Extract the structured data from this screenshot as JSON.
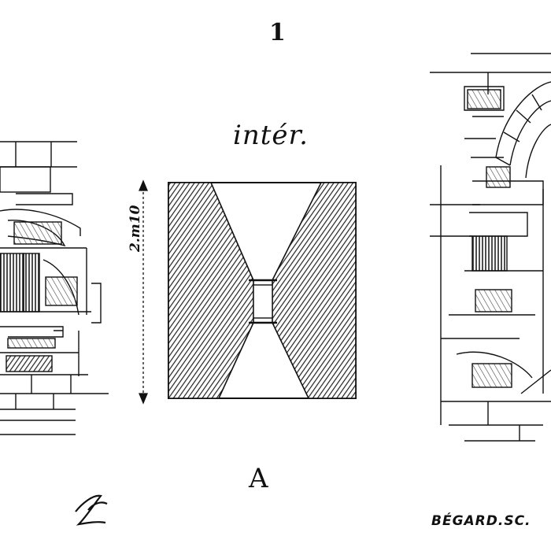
{
  "figure_number": "1",
  "section_label": "intér.",
  "dimension_label": "2.m10",
  "plate_letter": "A",
  "engraver_signature": "BÉGARD.SC.",
  "left_mark_glyph": "ℒ",
  "colors": {
    "ink": "#111111",
    "paper": "#ffffff",
    "hatch": "#333333"
  }
}
